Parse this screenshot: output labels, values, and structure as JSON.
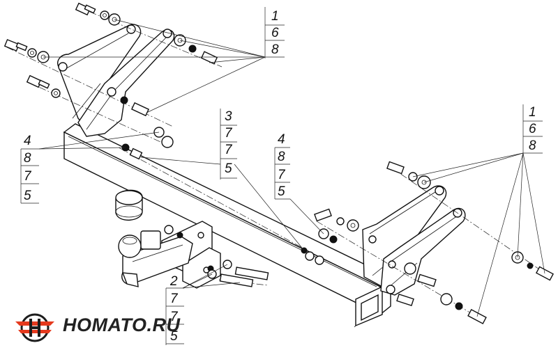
{
  "brand": {
    "name": "HOMATO.RU",
    "logo_colors": {
      "primary": "#e53a1e",
      "secondary": "#1d1d1d"
    }
  },
  "callouts": [
    {
      "id": "top-left-group",
      "numbers": [
        "1",
        "6",
        "8"
      ]
    },
    {
      "id": "right-group",
      "numbers": [
        "1",
        "6",
        "8"
      ]
    },
    {
      "id": "center-group",
      "numbers": [
        "3",
        "7",
        "7",
        "5"
      ]
    },
    {
      "id": "left-group",
      "numbers": [
        "4",
        "8",
        "7",
        "5"
      ]
    },
    {
      "id": "mid-right-group",
      "numbers": [
        "4",
        "8",
        "7",
        "5"
      ]
    },
    {
      "id": "bottom-group",
      "numbers": [
        "2",
        "7",
        "7",
        "5"
      ]
    }
  ]
}
